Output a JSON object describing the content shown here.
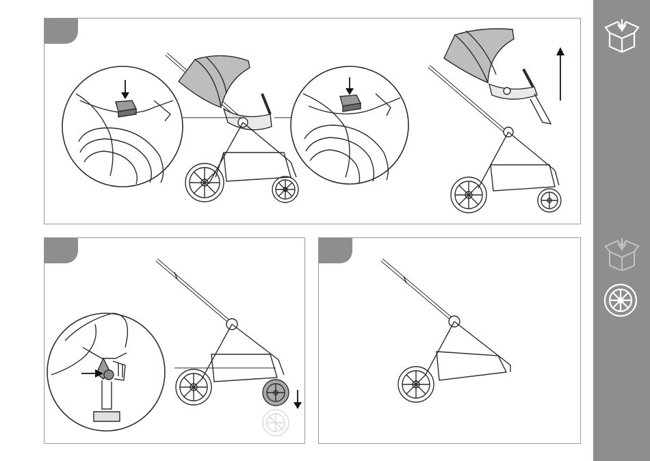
{
  "page": {
    "background": "#ffffff",
    "panel_border_color": "#9a9a9a",
    "step_tab_color": "#8e8e8e",
    "line_color": "#2b2b2b",
    "canopy_fill": "#bdbdbd"
  },
  "steps": [
    {
      "id": "step-1",
      "tab_label": "",
      "icons": [
        "zoom-circle-icon",
        "arrow-down-icon",
        "zoom-circle-icon",
        "arrow-down-icon",
        "arrow-up-icon"
      ]
    },
    {
      "id": "step-2",
      "tab_label": "",
      "icons": [
        "zoom-circle-icon",
        "arrow-right-icon",
        "arrow-down-icon"
      ]
    },
    {
      "id": "step-3",
      "tab_label": "",
      "icons": []
    }
  ],
  "sidebar": {
    "color": "#8e8e8e",
    "icons": [
      {
        "name": "box-unpack-icon",
        "state": "active"
      },
      {
        "name": "box-unpack-icon",
        "state": "inactive"
      },
      {
        "name": "wheel-icon",
        "state": "active"
      }
    ]
  }
}
